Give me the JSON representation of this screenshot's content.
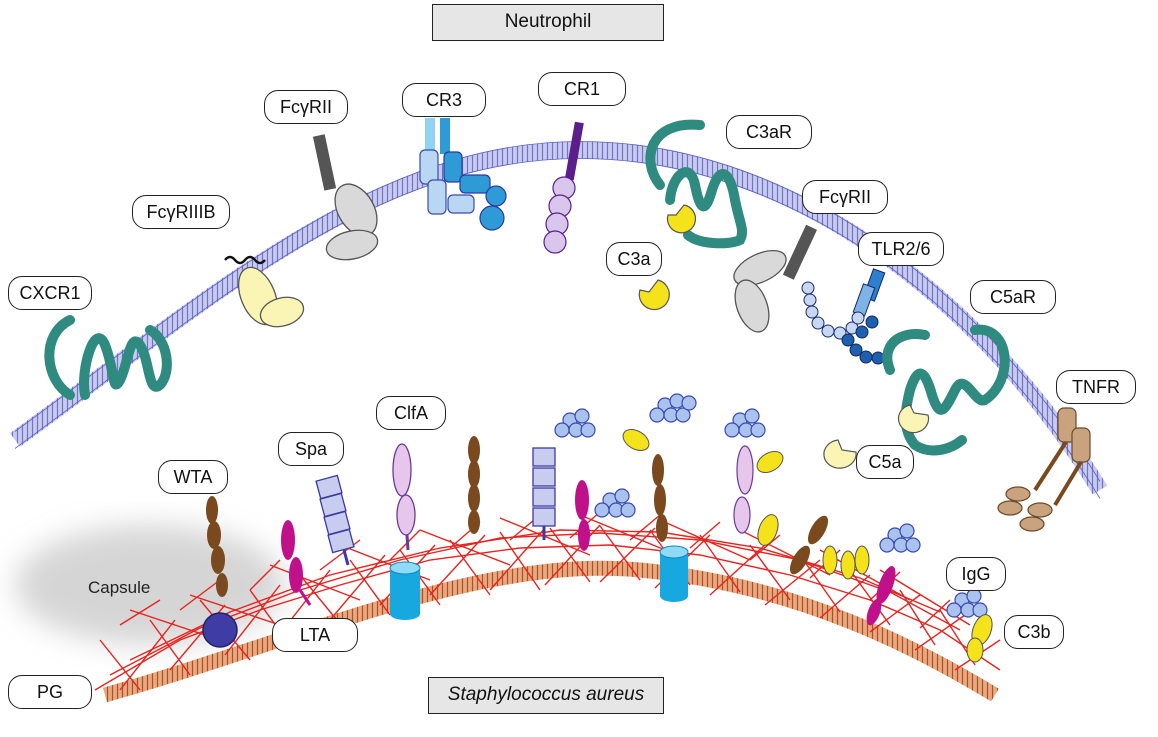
{
  "titles": {
    "top": "Neutrophil",
    "bottom": "Staphylococcus aureus"
  },
  "neutrophil_receptors": {
    "cxcr1": "CXCR1",
    "fcgr3b": "FcγRIIIB",
    "fcgr2_left": "FcγRII",
    "cr3": "CR3",
    "cr1": "CR1",
    "c3ar": "C3aR",
    "fcgr2_right": "FcγRII",
    "tlr": "TLR2/6",
    "c5ar": "C5aR",
    "tnfr": "TNFR"
  },
  "ligands": {
    "c3a": "C3a",
    "c5a": "C5a",
    "igg": "IgG",
    "c3b": "C3b"
  },
  "bacterial_components": {
    "wta": "WTA",
    "spa": "Spa",
    "clfa": "ClfA",
    "capsule": "Capsule",
    "lta": "LTA",
    "pg": "PG"
  },
  "colors": {
    "membrane": "#8a8ed6",
    "gpcr_teal": "#2f8a80",
    "pg_mesh": "#e8231f",
    "bacterial_membrane": "#c8642a",
    "c3_yellow": "#f4e21a",
    "fc_receptor_grey": "#d9d9d9",
    "igg_blue": "#6a8fd8",
    "porin_cyan": "#18a8e0",
    "lta_magenta": "#c0118a",
    "wta_brown": "#7a4a1e",
    "tnfr_tan": "#c9a27e"
  }
}
